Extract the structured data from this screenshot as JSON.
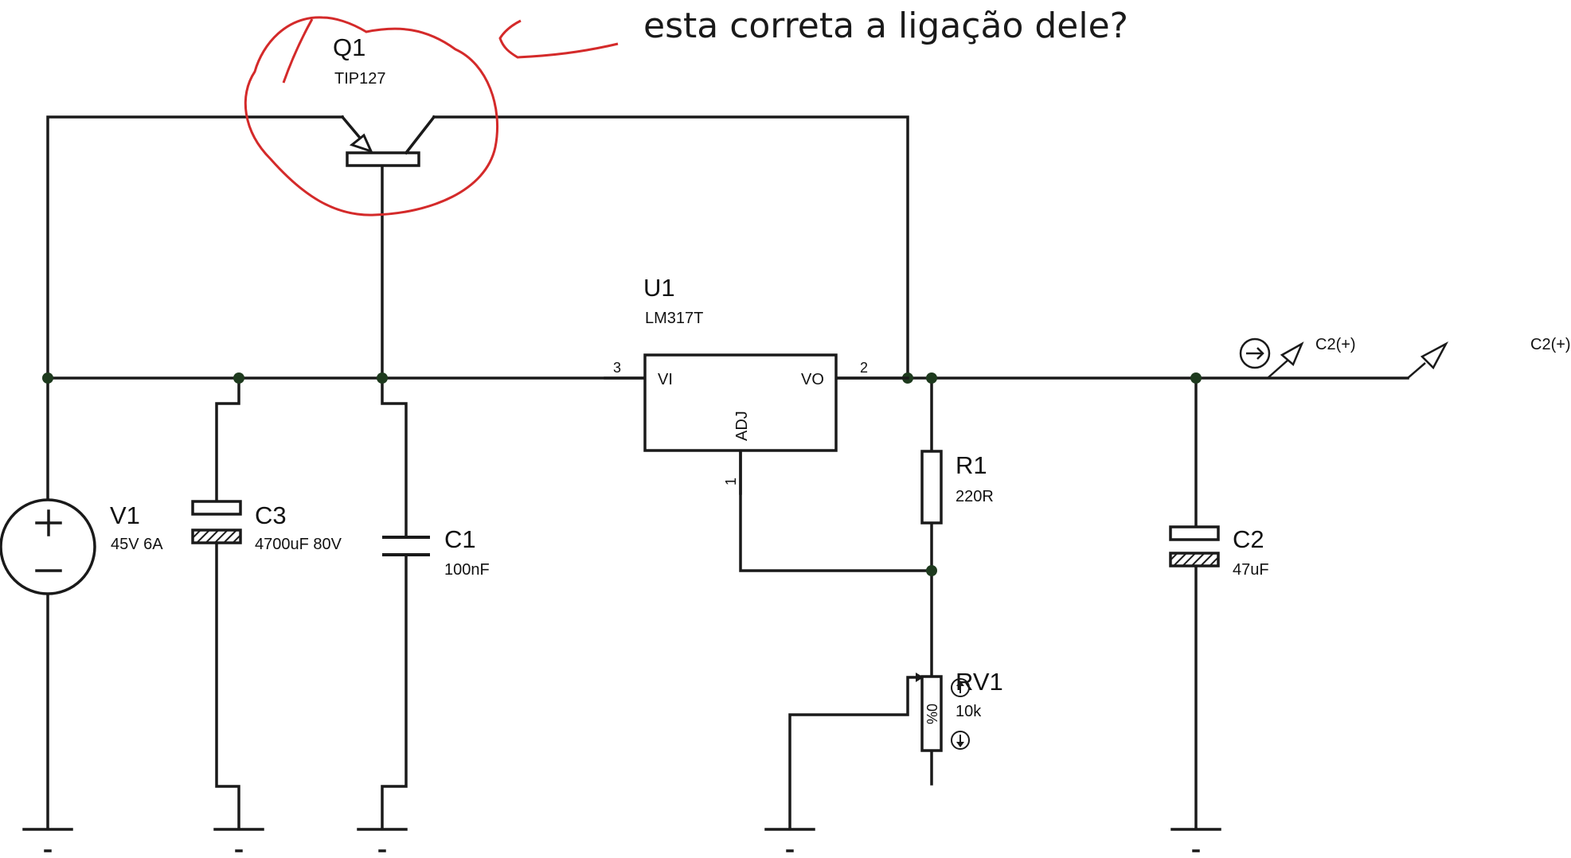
{
  "note": {
    "text": "esta correta a ligação dele?",
    "color": "#d42a2a"
  },
  "components": {
    "q1": {
      "ref": "Q1",
      "value": "TIP127"
    },
    "u1": {
      "ref": "U1",
      "value": "LM317T",
      "pin_vi": "VI",
      "pin_vo": "VO",
      "pin_adj": "ADJ",
      "pin3": "3",
      "pin2": "2",
      "pin1": "1"
    },
    "v1": {
      "ref": "V1",
      "value": "45V 6A"
    },
    "c3": {
      "ref": "C3",
      "value": "4700uF 80V"
    },
    "c1": {
      "ref": "C1",
      "value": "100nF"
    },
    "r1": {
      "ref": "R1",
      "value": "220R"
    },
    "rv1": {
      "ref": "RV1",
      "value": "10k",
      "wiper": "0%"
    },
    "c2": {
      "ref": "C2",
      "value": "47uF"
    }
  },
  "probes": {
    "probe1": "C2(+)",
    "probe2": "C2(+)"
  },
  "colors": {
    "wire": "#1a1a1a",
    "junction": "#1e3a1e",
    "annotation": "#d42a2a"
  }
}
